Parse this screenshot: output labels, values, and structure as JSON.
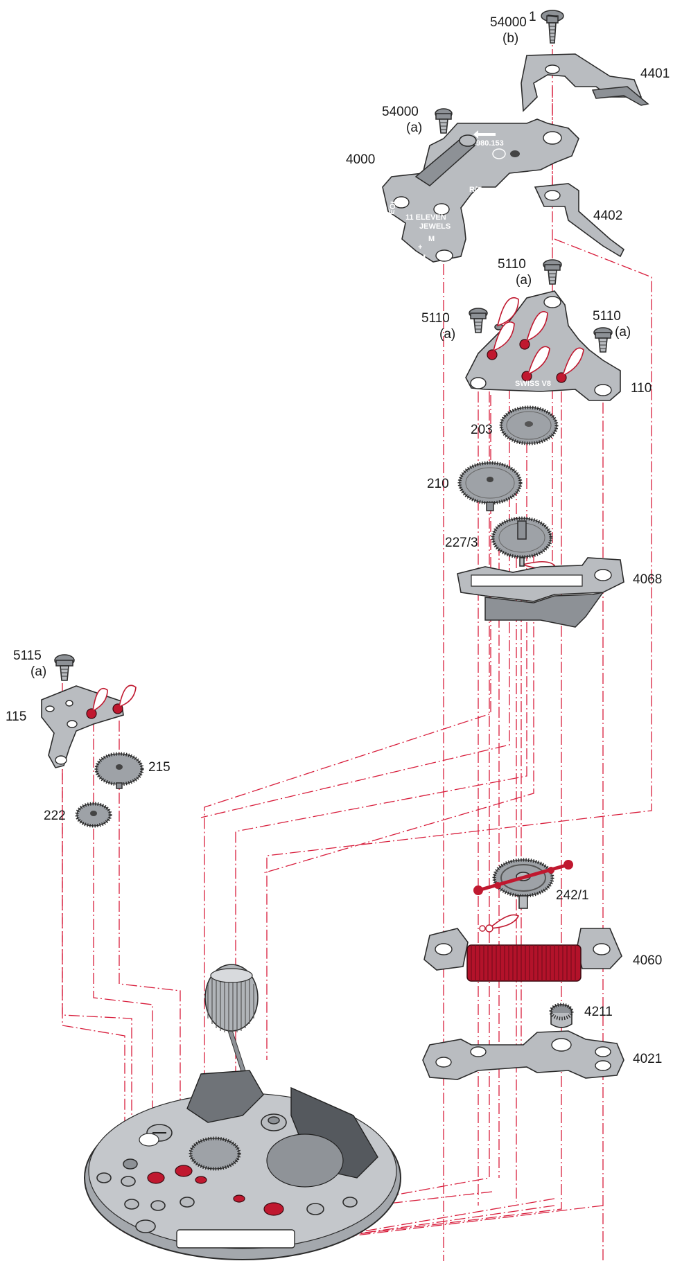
{
  "labels": {
    "p54000b_num": "54000",
    "p54000b_sup": "1",
    "p54000b_sub": "(b)",
    "p4401": "4401",
    "p54000a_num": "54000",
    "p54000a_sub": "(a)",
    "p4000": "4000",
    "p4402": "4402",
    "p5110_top": "5110",
    "p5110_top_sub": "(a)",
    "p5110_left": "5110",
    "p5110_left_sub": "(a)",
    "p5110_right": "5110",
    "p5110_right_sub": "(a)",
    "p110": "110",
    "p203": "203",
    "p210": "210",
    "p227": "227/3",
    "p4068": "4068",
    "p5115": "5115",
    "p5115_sub": "(a)",
    "p115": "115",
    "p215": "215",
    "p222": "222",
    "p242": "242/1",
    "p4060": "4060",
    "p4211": "4211",
    "p4021": "4021"
  },
  "engravings": {
    "plate4000_number": "980.153",
    "plate4000_jewels_1": "11 ELEVEN",
    "plate4000_jewels_2": "JEWELS",
    "plate4000_rt": "R/T",
    "plate4000_eol": "EOL",
    "plate4000_m1": "M",
    "plate4000_m2": "M",
    "plate110_text": "SWISS V8"
  },
  "colors": {
    "guide_line": "#d81e3c",
    "jewel": "#c0182f",
    "coil": "#b3122a",
    "metal": "#b9bcc0"
  }
}
